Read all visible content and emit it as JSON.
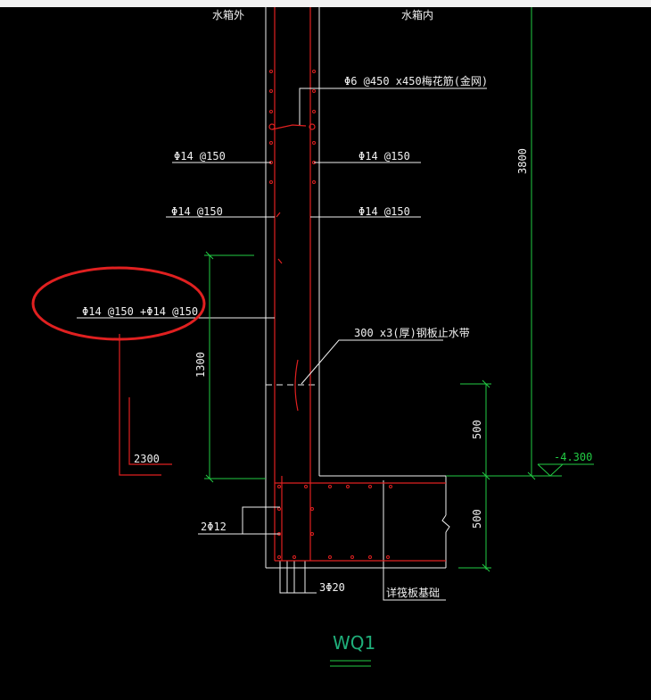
{
  "labels": {
    "outside": "水箱外",
    "inside": "水箱内",
    "tie_bars": "Φ6 @450 x450梅花筋(金网)",
    "left_upper": "Φ14 @150",
    "right_upper": "Φ14 @150",
    "left_middle": "Φ14 @150",
    "right_middle": "Φ14 @150",
    "highlighted_rebar": "Φ14 @150 +Φ14 @150",
    "waterstop": "300 x3(厚)钢板止水带",
    "bent_length": "2300",
    "bottom_bars_left": "2Φ12",
    "bottom_bars": "3Φ20",
    "foundation": "详筏板基础",
    "title": "WQ1"
  },
  "dimensions": {
    "height_total": "3800",
    "height_1300": "1300",
    "dim_500_upper": "500",
    "dim_500_lower": "500",
    "elevation": "-4.300"
  },
  "colors": {
    "background": "#000000",
    "outline": "#f0f0f0",
    "rebar": "#e02020",
    "dimension": "#22cc44",
    "highlight": "#e02020",
    "title": "#1fae7a"
  }
}
